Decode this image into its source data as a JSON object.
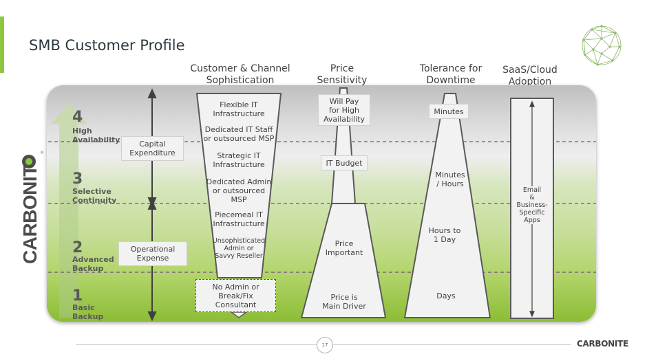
{
  "title": "SMB Customer Profile",
  "brand": {
    "name": "CARBONITE",
    "accent": "#8dc63f",
    "registered": "®"
  },
  "page_number": "17",
  "columns": {
    "channel": "Customer & Channel\nSophistication",
    "price": "Price\nSensitivity",
    "downtime": "Tolerance for\nDowntime",
    "saas": "SaaS/Cloud\nAdoption"
  },
  "levels": [
    {
      "num": "4",
      "label": "High\nAvailability"
    },
    {
      "num": "3",
      "label": "Selective\nContinuity"
    },
    {
      "num": "2",
      "label": "Advanced\nBackup"
    },
    {
      "num": "1",
      "label": "Basic\nBackup"
    }
  ],
  "expenditure": {
    "capital": "Capital\nExpenditure",
    "operational": "Operational\nExpense"
  },
  "channel_items": [
    "Flexible IT\nInfrastructure",
    "Dedicated IT Staff\nor outsourced MSP",
    "Strategic IT\nInfrastructure",
    "Dedicated Admin\nor outsourced\nMSP",
    "Piecemeal IT\nInfrastructure",
    "Unsophisticated\nAdmin or\nSavvy Reseller"
  ],
  "channel_bottom": "No Admin or\nBreak/Fix\nConsultant",
  "price_items": {
    "high_availability": "Will Pay\nfor High\nAvailability",
    "it_budget": "IT Budget",
    "important": "Price\nImportant",
    "main_driver": "Price is\nMain Driver"
  },
  "downtime_items": {
    "minutes": "Minutes",
    "minutes_hours": "Minutes\n/ Hours",
    "hours_day": "Hours to\n1 Day",
    "days": "Days"
  },
  "saas_label": "Email\n&\nBusiness-\nSpecific\nApps",
  "colors": {
    "dashed_line": "#5b2a86",
    "shape_fill": "#f2f2f2",
    "shape_stroke": "#595959",
    "green_dark": "#8cbd35"
  }
}
